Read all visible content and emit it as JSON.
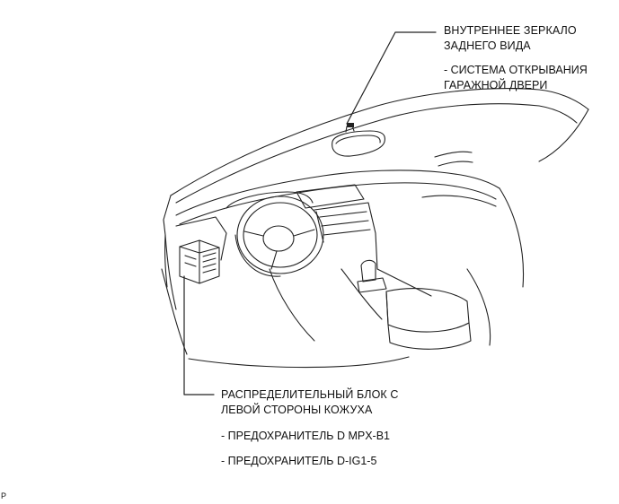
{
  "callouts": {
    "mirror": {
      "title_line1": "ВНУТРЕННЕЕ ЗЕРКАЛО",
      "title_line2": "ЗАДНЕГО ВИДА",
      "item1_line1": "- СИСТЕМА ОТКРЫВАНИЯ",
      "item1_line2": "ГАРАЖНОЙ ДВЕРИ"
    },
    "junction_block": {
      "title_line1": "РАСПРЕДЕЛИТЕЛЬНЫЙ БЛОК С",
      "title_line2": "ЛЕВОЙ СТОРОНЫ КОЖУХА",
      "item1": "- ПРЕДОХРАНИТЕЛЬ D MPX-B1",
      "item2": "- ПРЕДОХРАНИТЕЛЬ D-IG1-5"
    }
  },
  "corner_mark": "P"
}
